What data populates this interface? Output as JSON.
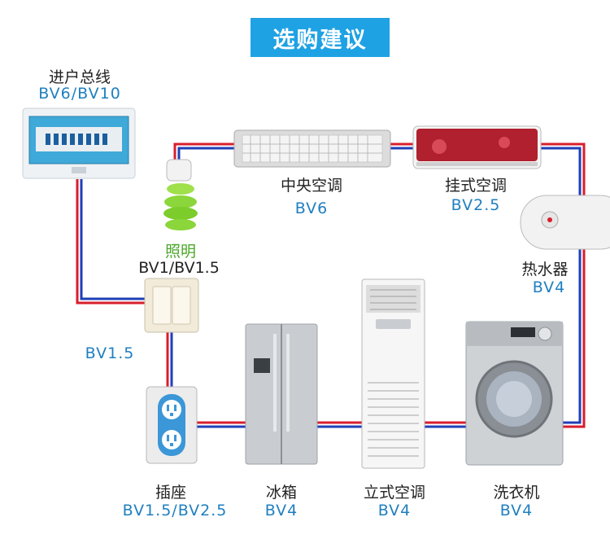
{
  "title": "选购建议",
  "colors": {
    "title_bg": "#1fa2e4",
    "wire_red": "#d81e2c",
    "wire_blue": "#1f3fb8",
    "spec_text": "#1f7fc0"
  },
  "items": {
    "main_line": {
      "label": "进户总线",
      "spec": "BV6/BV10"
    },
    "lighting": {
      "label": "照明",
      "spec": "BV1/BV1.5"
    },
    "central_ac": {
      "label": "中央空调",
      "spec": "BV6"
    },
    "wall_ac": {
      "label": "挂式空调",
      "spec": "BV2.5"
    },
    "water_heater": {
      "label": "热水器",
      "spec": "BV4"
    },
    "switch": {
      "spec": "BV1.5"
    },
    "socket": {
      "label": "插座",
      "spec": "BV1.5/BV2.5"
    },
    "fridge": {
      "label": "冰箱",
      "spec": "BV4"
    },
    "floor_ac": {
      "label": "立式空调",
      "spec": "BV4"
    },
    "washer": {
      "label": "洗衣机",
      "spec": "BV4"
    }
  }
}
